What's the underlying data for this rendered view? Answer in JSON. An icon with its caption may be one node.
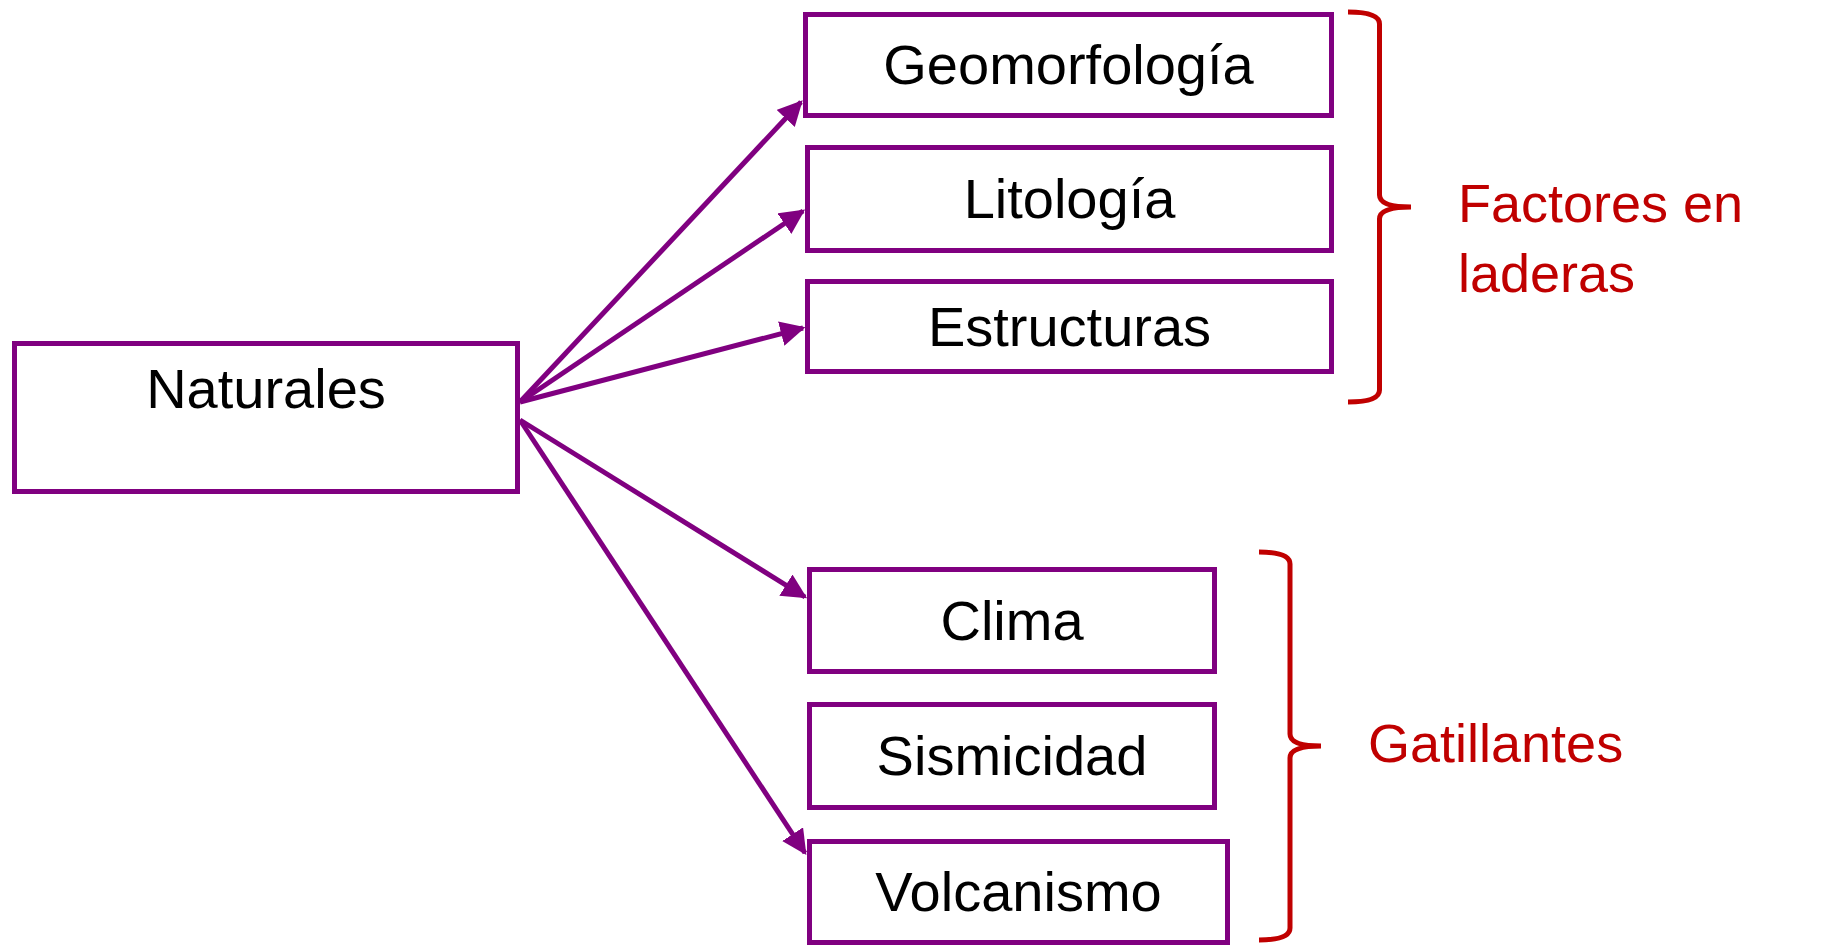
{
  "diagram": {
    "nodes": [
      {
        "text": [
          "Naturales"
        ]
      },
      {
        "text": [
          "Geomorfología"
        ]
      },
      {
        "text": [
          "Litología"
        ]
      },
      {
        "text": [
          "Estructuras"
        ]
      },
      {
        "text": [
          "Clima"
        ]
      },
      {
        "text": [
          "Sismicidad"
        ]
      },
      {
        "text": [
          "Volcanismo"
        ]
      }
    ],
    "edges": [
      {
        "from": 0,
        "to": 1,
        "arrow": "to"
      },
      {
        "from": 0,
        "to": 2,
        "arrow": "to"
      },
      {
        "from": 0,
        "to": 3,
        "arrow": "to"
      },
      {
        "from": 0,
        "to": 4,
        "arrow": "to"
      },
      {
        "from": 0,
        "to": 5,
        "arrow": "to"
      }
    ],
    "labels": [
      "Factores en laderas",
      "Gatillantes"
    ]
  }
}
